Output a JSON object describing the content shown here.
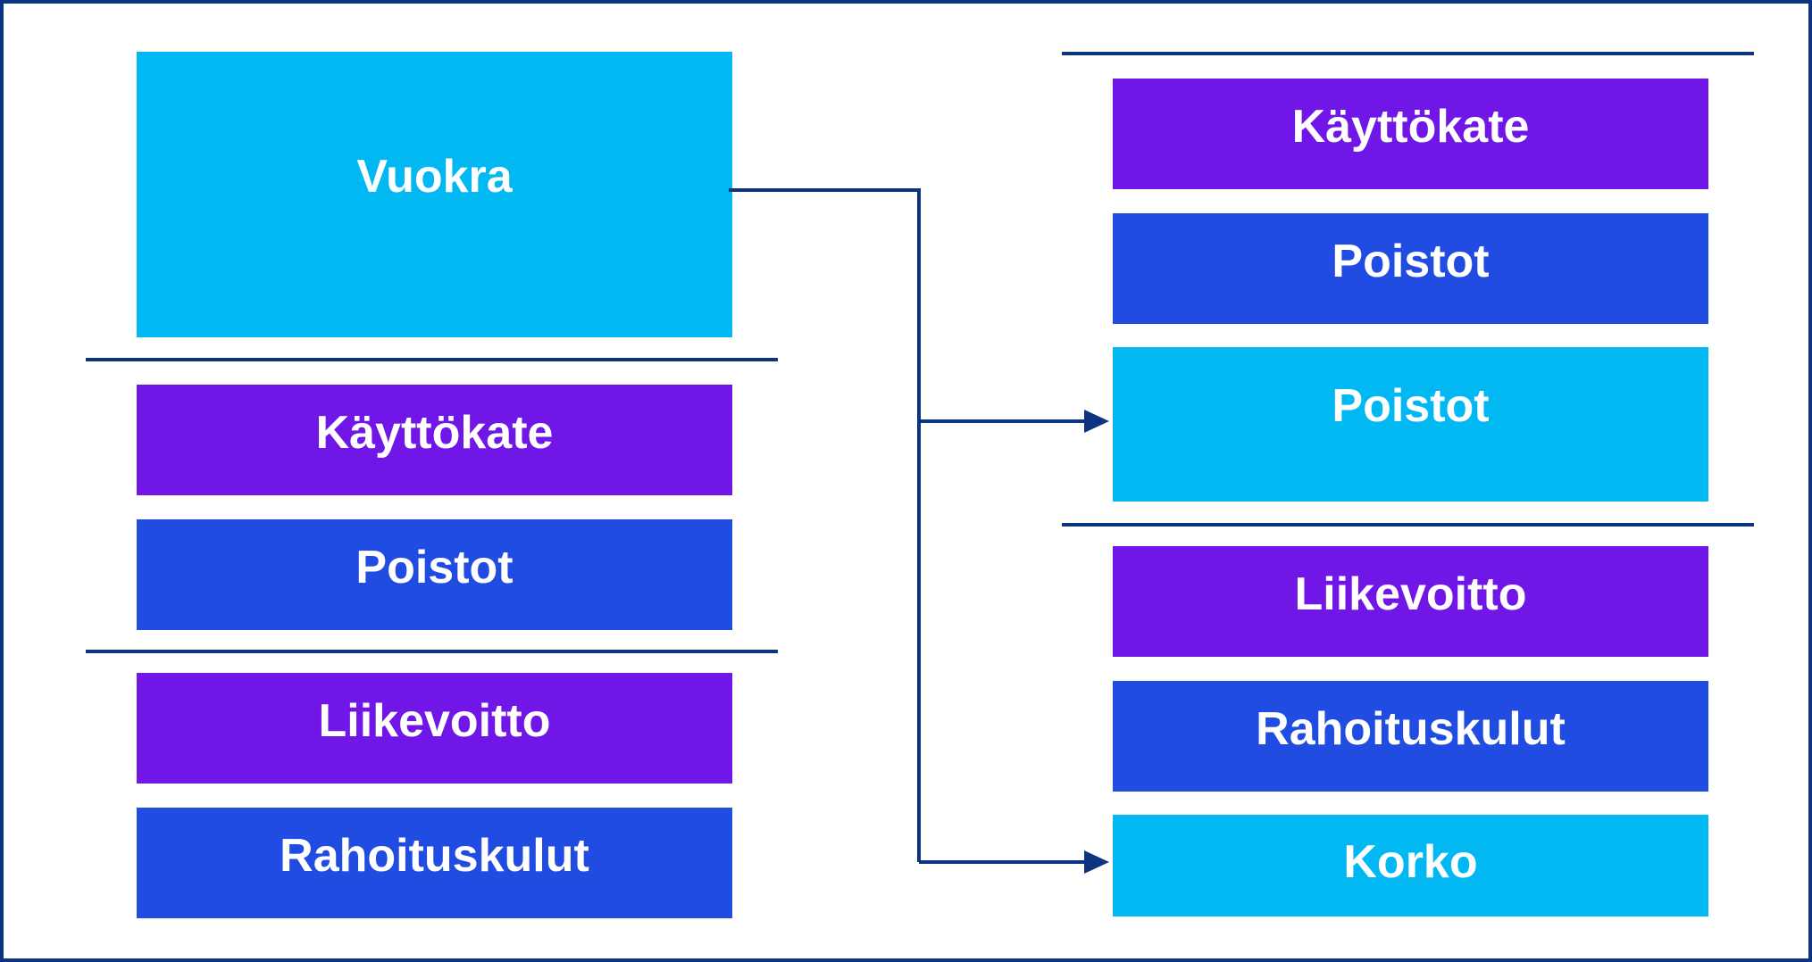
{
  "colors": {
    "border": "#0d3480",
    "purple": "#7016e6",
    "blue": "#214ce1",
    "cyan": "#02b8f3",
    "text": "#ffffff"
  },
  "left": {
    "lease": "Vuokra",
    "ebitda": "Käyttökate",
    "depreciation": "Poistot",
    "operating_profit": "Liikevoitto",
    "financial_costs": "Rahoituskulut"
  },
  "right": {
    "ebitda": "Käyttökate",
    "depreciation": "Poistot",
    "depreciation_lease": "Poistot",
    "operating_profit": "Liikevoitto",
    "financial_costs": "Rahoituskulut",
    "interest": "Korko"
  }
}
